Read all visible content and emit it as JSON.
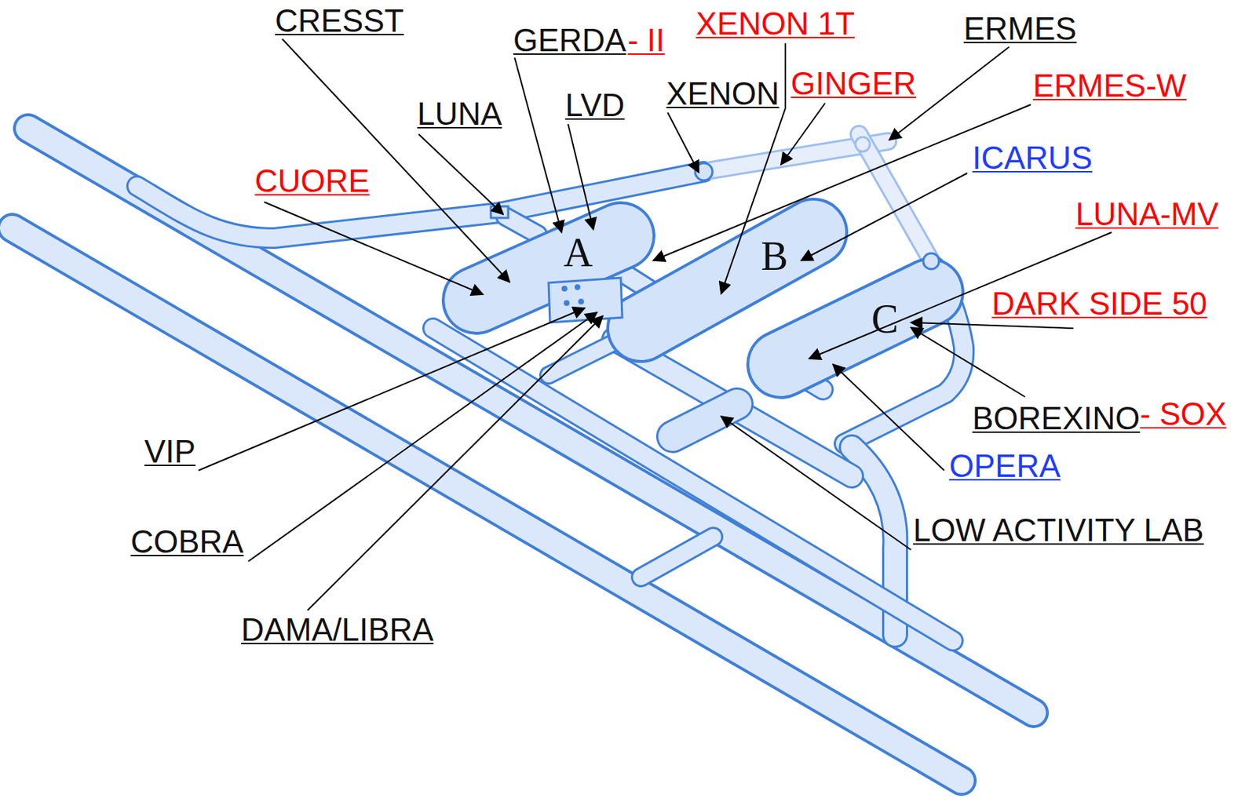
{
  "diagram": {
    "nodes": [
      {
        "text": [
          "A"
        ]
      },
      {
        "text": [
          "B"
        ]
      },
      {
        "text": [
          "C"
        ]
      }
    ],
    "labels": [
      "CRESST",
      "GERDA",
      "- II",
      "XENON 1T",
      "ERMES",
      "XENON",
      "GINGER",
      "ERMES-W",
      "LUNA",
      "LVD",
      "ICARUS",
      "CUORE",
      "LUNA-MV",
      "DARK SIDE 50",
      "BOREXINO",
      "- SOX",
      "VIP",
      "OPERA",
      "LOW ACTIVITY LAB",
      "COBRA",
      "DAMA/LIBRA"
    ]
  }
}
